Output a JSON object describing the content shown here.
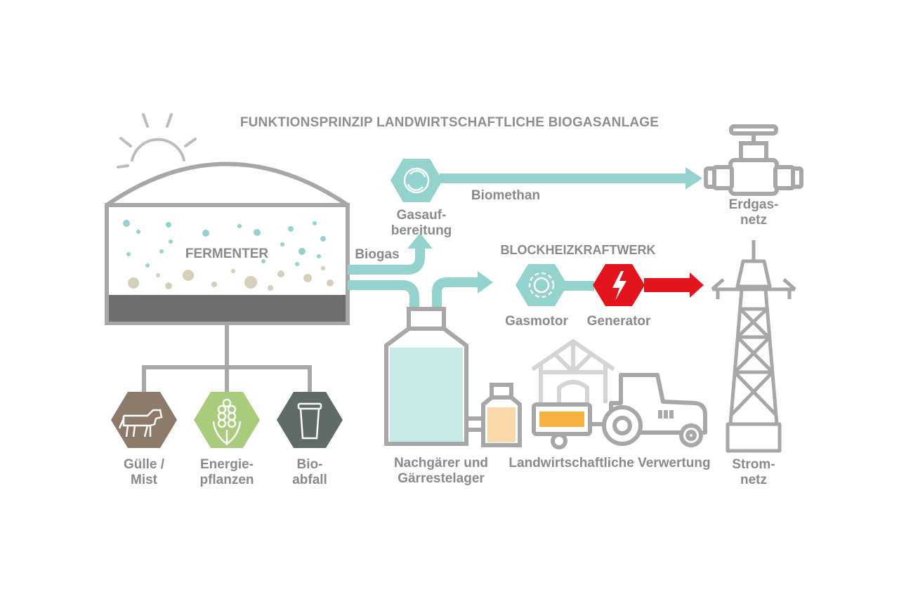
{
  "title": "FUNKTIONSPRINZIP LANDWIRTSCHAFTLICHE BIOGASANLAGE",
  "fermenter": "FERMENTER",
  "flows": {
    "biogas": "Biogas",
    "biomethan": "Biomethan"
  },
  "gasaufbereitung": [
    "Gasauf-",
    "bereitung"
  ],
  "erdgasnetz": [
    "Erdgas-",
    "netz"
  ],
  "blockheizkraftwerk": "BLOCKHEIZKRAFTWERK",
  "gasmotor": "Gasmotor",
  "generator": "Generator",
  "stromnetz": [
    "Strom-",
    "netz"
  ],
  "inputs": [
    {
      "line1": "Gülle /",
      "line2": "Mist",
      "icon": "cow-icon",
      "color": "#8c7a6b"
    },
    {
      "line1": "Energie-",
      "line2": "pflanzen",
      "icon": "corn-icon",
      "color": "#a9cc7c"
    },
    {
      "line1": "Bio-",
      "line2": "abfall",
      "icon": "bin-icon",
      "color": "#5f6b66"
    }
  ],
  "nachgaerer": [
    "Nachgärer und",
    "Gärrestelager"
  ],
  "verwertung": "Landwirtschaftliche Verwertung",
  "colors": {
    "gray": "#a7a7a7",
    "dark_gray": "#6e6e6e",
    "teal": "#94d3cd",
    "red": "#e3141d",
    "orange": "#f4b23f",
    "beige": "#d6cfba"
  }
}
